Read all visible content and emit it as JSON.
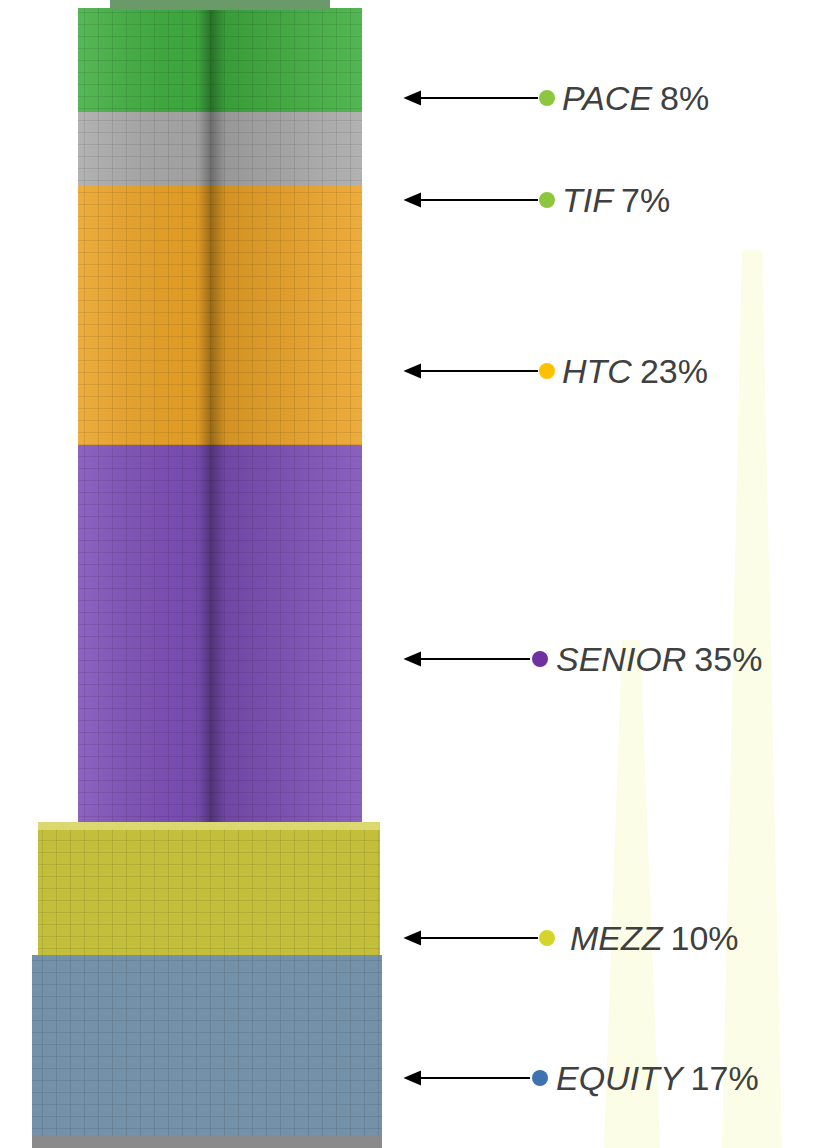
{
  "diagram": {
    "labels": [
      "PACE",
      "8%",
      "TIF",
      "7%",
      "HTC",
      "23%",
      "SENIOR",
      "35%",
      "MEZZ",
      "10%",
      "EQUITY",
      "17%"
    ]
  }
}
